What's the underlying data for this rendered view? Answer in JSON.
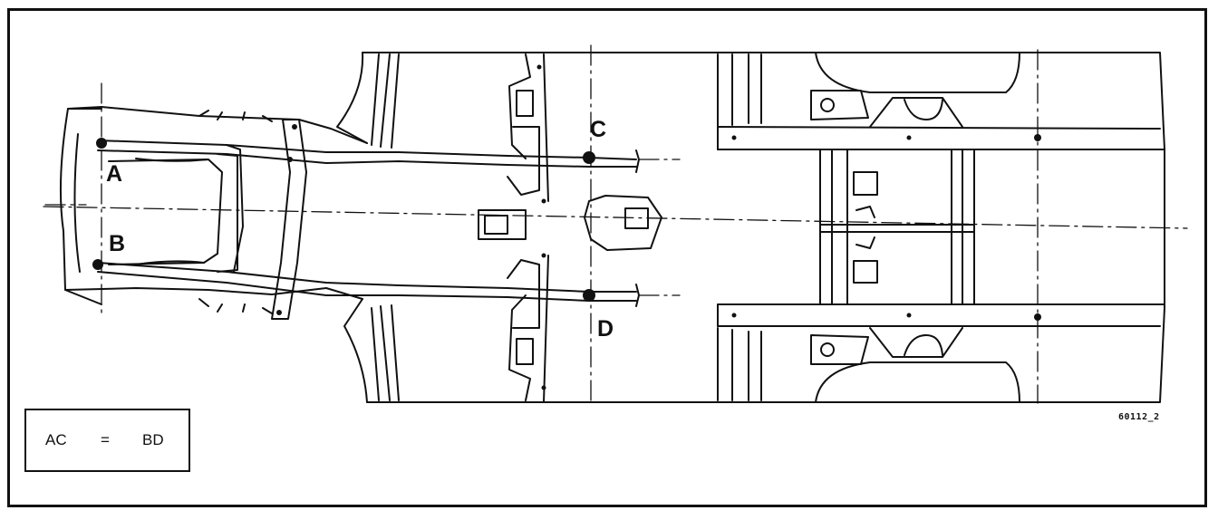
{
  "points": {
    "a": "A",
    "b": "B",
    "c": "C",
    "d": "D"
  },
  "formula": {
    "left": "AC",
    "operator": "=",
    "right": "BD"
  },
  "reference_code": "60112_2"
}
